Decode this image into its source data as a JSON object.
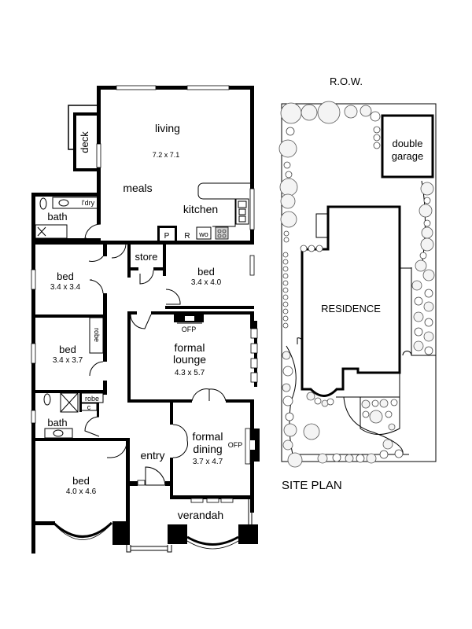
{
  "floor_plan": {
    "rooms": {
      "living": {
        "label": "living",
        "dims": "7.2 x 7.1"
      },
      "meals": {
        "label": "meals"
      },
      "kitchen": {
        "label": "kitchen"
      },
      "deck": {
        "label": "deck"
      },
      "laundry": {
        "label": "l'dry"
      },
      "bath_top": {
        "label": "bath"
      },
      "pantry": {
        "label": "P"
      },
      "fridge": {
        "label": "R"
      },
      "wall_oven": {
        "label": "wo"
      },
      "store": {
        "label": "store"
      },
      "bed_1": {
        "label": "bed",
        "dims": "3.4 x 3.4"
      },
      "bed_2": {
        "label": "bed",
        "dims": "3.4 x 4.0"
      },
      "bed_3": {
        "label": "bed",
        "dims": "3.4 x 3.7"
      },
      "robe_1": {
        "label": "robe"
      },
      "robe_2": {
        "label": "robe"
      },
      "linen": {
        "label": "c"
      },
      "bath_mid": {
        "label": "bath"
      },
      "formal_lounge": {
        "label_1": "formal",
        "label_2": "lounge",
        "dims": "4.3 x 5.7"
      },
      "lounge_fireplace": {
        "label": "OFP"
      },
      "formal_dining": {
        "label_1": "formal",
        "label_2": "dining",
        "dims": "3.7 x 4.7"
      },
      "dining_fireplace": {
        "label": "OFP"
      },
      "entry": {
        "label": "entry"
      },
      "bed_master": {
        "label": "bed",
        "dims": "4.0 x 4.6"
      },
      "verandah": {
        "label": "verandah"
      }
    }
  },
  "site_plan": {
    "title": "SITE PLAN",
    "row_label": "R.O.W.",
    "garage_label_1": "double",
    "garage_label_2": "garage",
    "residence_label": "RESIDENCE"
  },
  "colors": {
    "wall": "#000000",
    "background": "#ffffff",
    "tree_stroke": "#444444"
  }
}
